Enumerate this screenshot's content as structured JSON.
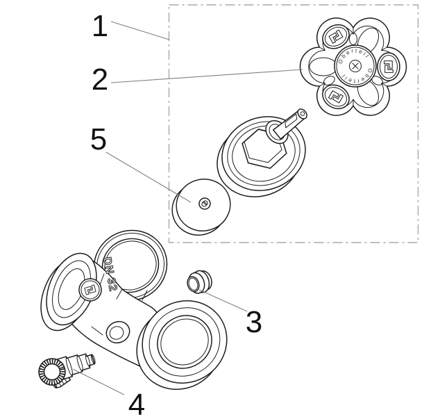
{
  "diagram": {
    "type": "exploded-parts-drawing",
    "callouts": [
      {
        "label": "1",
        "target": "upper-part-frame"
      },
      {
        "label": "2",
        "target": "handwheel"
      },
      {
        "label": "3",
        "target": "plug"
      },
      {
        "label": "4",
        "target": "drain-valve"
      },
      {
        "label": "5",
        "target": "disc"
      }
    ],
    "body_marking": "DN 32",
    "handwheel_hub_engraving": "Oberteil",
    "colors": {
      "line": "#1c1c1c",
      "leader": "#7f7f7f",
      "frame": "#a8a8a8",
      "background": "#ffffff"
    }
  }
}
